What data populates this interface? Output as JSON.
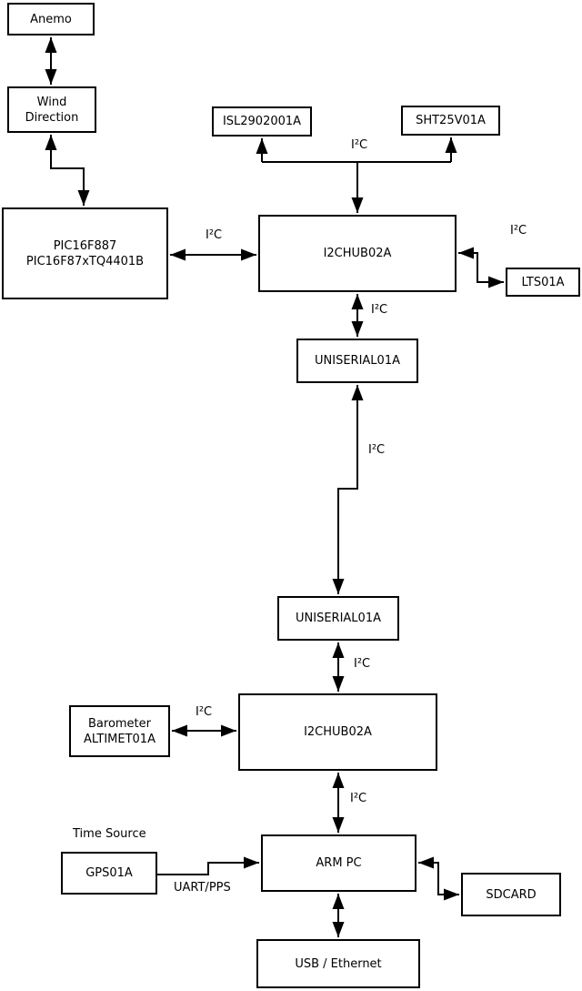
{
  "diagram": {
    "nodes": {
      "anemo": {
        "label": "Anemo"
      },
      "wind_direction": {
        "line1": "Wind",
        "line2": "Direction"
      },
      "pic": {
        "line1": "PIC16F887",
        "line2": "PIC16F87xTQ4401B"
      },
      "isl": {
        "label": "ISL2902001A"
      },
      "sht": {
        "label": "SHT25V01A"
      },
      "hub1": {
        "label": "I2CHUB02A"
      },
      "lts": {
        "label": "LTS01A"
      },
      "uniserial1": {
        "label": "UNISERIAL01A"
      },
      "uniserial2": {
        "label": "UNISERIAL01A"
      },
      "hub2": {
        "label": "I2CHUB02A"
      },
      "barometer": {
        "line1": "Barometer",
        "line2": "ALTIMET01A"
      },
      "gps": {
        "label": "GPS01A"
      },
      "armpc": {
        "label": "ARM PC"
      },
      "sdcard": {
        "label": "SDCARD"
      },
      "usb_ethernet": {
        "label": "USB / Ethernet"
      }
    },
    "edge_labels": {
      "i2c": "I²C",
      "uart_pps": "UART/PPS",
      "time_source": "Time Source"
    },
    "connections": [
      {
        "from": "anemo",
        "to": "wind_direction",
        "bidirectional": true
      },
      {
        "from": "wind_direction",
        "to": "pic",
        "bidirectional": true
      },
      {
        "from": "pic",
        "to": "hub1",
        "label": "I²C",
        "bidirectional": true
      },
      {
        "from": "hub1",
        "to": "isl",
        "label": "I²C"
      },
      {
        "from": "hub1",
        "to": "sht",
        "label": "I²C"
      },
      {
        "from": "hub1",
        "to": "lts",
        "label": "I²C",
        "bidirectional": true
      },
      {
        "from": "hub1",
        "to": "uniserial1",
        "label": "I²C",
        "bidirectional": true
      },
      {
        "from": "uniserial1",
        "to": "uniserial2",
        "label": "I²C",
        "bidirectional": true
      },
      {
        "from": "uniserial2",
        "to": "hub2",
        "label": "I²C",
        "bidirectional": true
      },
      {
        "from": "barometer",
        "to": "hub2",
        "label": "I²C",
        "bidirectional": true
      },
      {
        "from": "hub2",
        "to": "armpc",
        "label": "I²C",
        "bidirectional": true
      },
      {
        "from": "gps",
        "to": "armpc",
        "label": "UART/PPS",
        "bidirectional": false
      },
      {
        "from": "armpc",
        "to": "sdcard",
        "bidirectional": true
      },
      {
        "from": "armpc",
        "to": "usb_ethernet",
        "bidirectional": true
      }
    ],
    "colors": {
      "background": "#ffffff",
      "box_fill": "#ffffff",
      "box_border": "#000000",
      "line": "#000000",
      "text": "#000000"
    }
  }
}
